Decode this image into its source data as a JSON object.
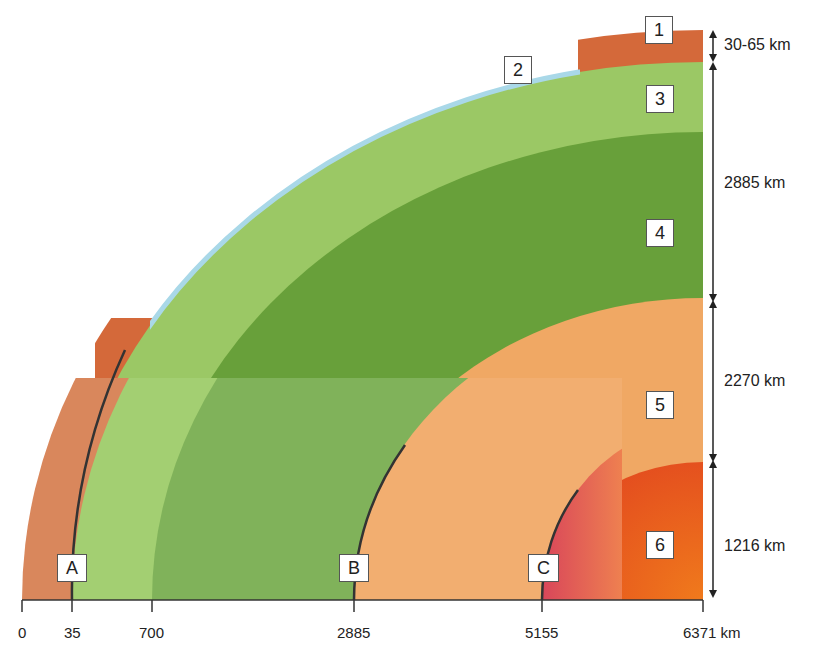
{
  "diagram": {
    "labels": [
      "1",
      "2",
      "3",
      "4",
      "5",
      "6",
      "A",
      "B",
      "C",
      "30-65 km",
      "2885 km",
      "2270 km",
      "1216 km",
      "0",
      "35",
      "700",
      "2885",
      "5155",
      "6371 km"
    ]
  }
}
